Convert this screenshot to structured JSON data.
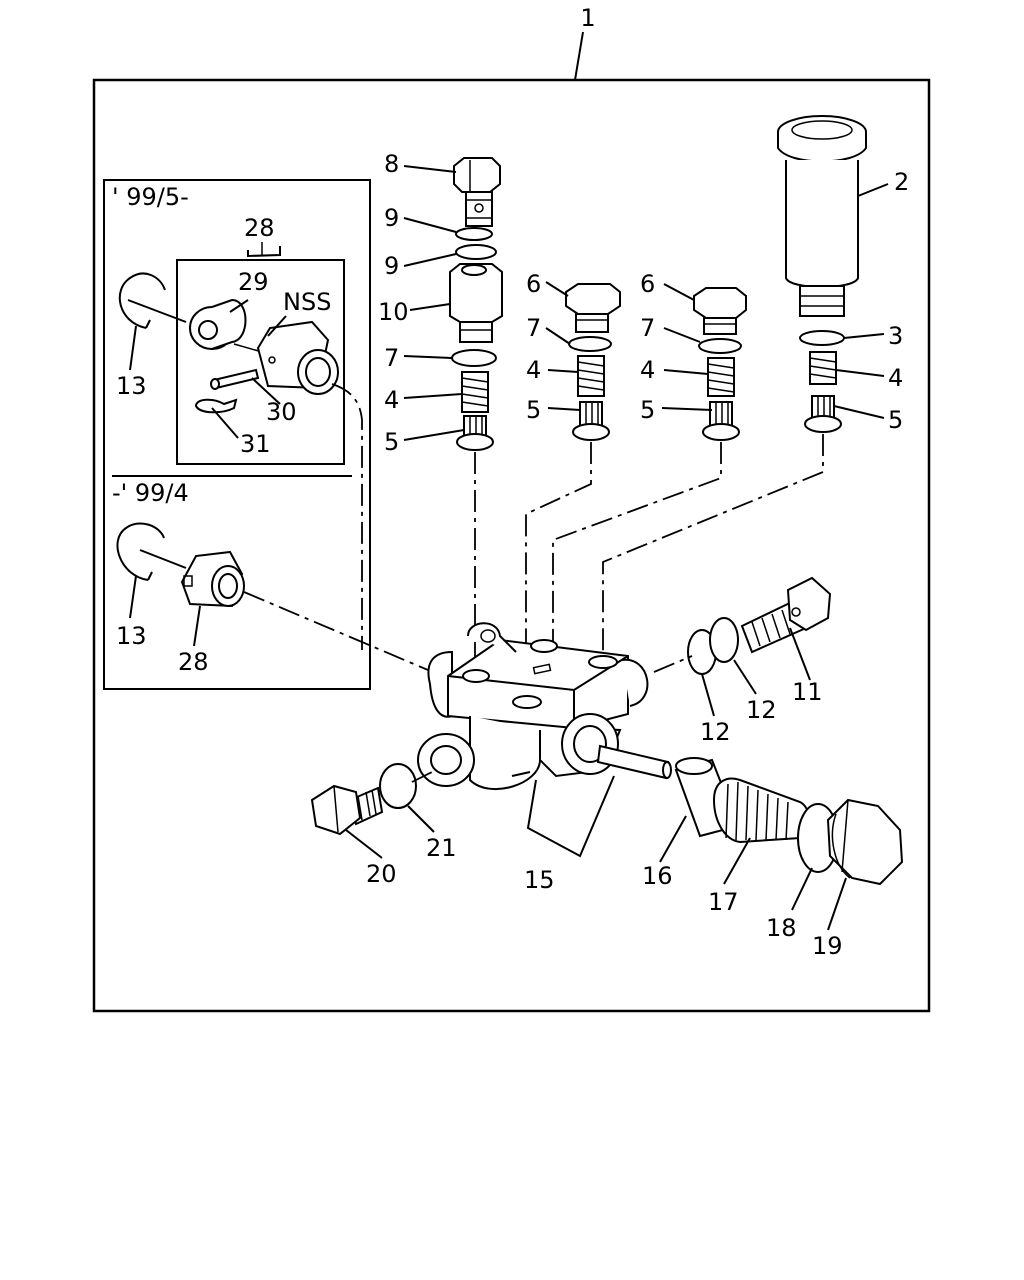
{
  "assembly_label": "1",
  "insets": {
    "upper": {
      "date_label": "' 99/5-",
      "nss_label": "NSS"
    },
    "lower": {
      "date_label": "-' 99/4"
    }
  },
  "callouts": {
    "c2": "2",
    "c3": "3",
    "c4a": "4",
    "c4b": "4",
    "c4c": "4",
    "c4d": "4",
    "c5a": "5",
    "c5b": "5",
    "c5c": "5",
    "c5d": "5",
    "c6a": "6",
    "c6b": "6",
    "c7a": "7",
    "c7b": "7",
    "c7c": "7",
    "c8": "8",
    "c9a": "9",
    "c9b": "9",
    "c10": "10",
    "c11": "11",
    "c12a": "12",
    "c12b": "12",
    "c13a": "13",
    "c13b": "13",
    "c15": "15",
    "c16": "16",
    "c17": "17",
    "c18": "18",
    "c19": "19",
    "c20": "20",
    "c21": "21",
    "c28a": "28",
    "c28b": "28",
    "c29": "29",
    "c30": "30",
    "c31": "31"
  }
}
